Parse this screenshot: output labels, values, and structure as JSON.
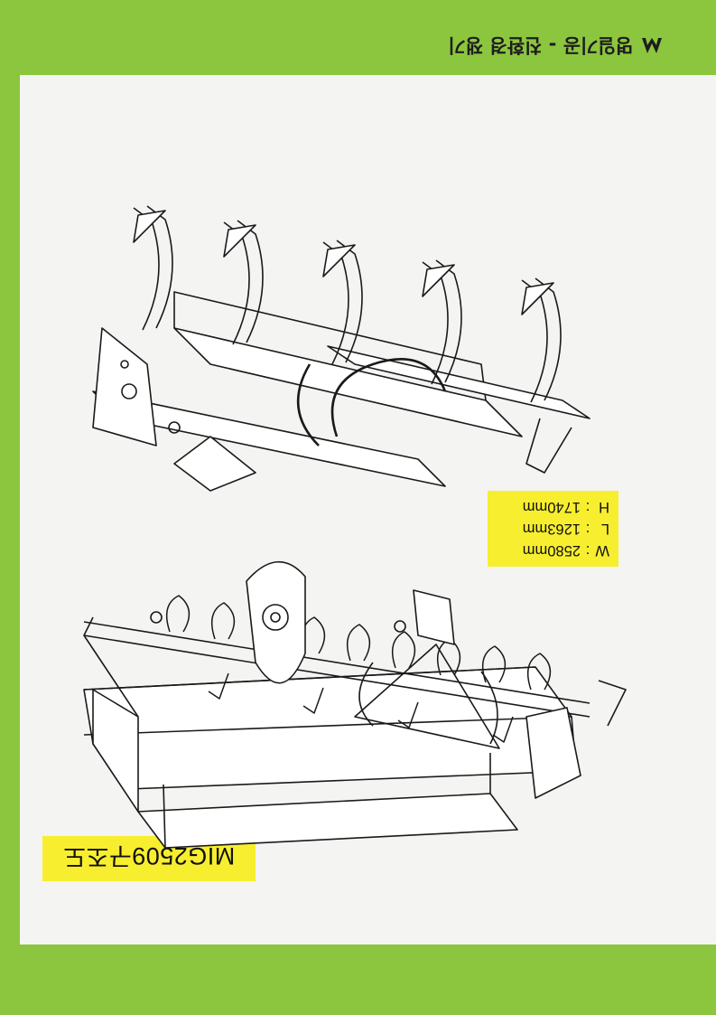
{
  "header": {
    "brand_logo": "leaf-logo-icon",
    "title": "명일기공 - 친환경 쟁기"
  },
  "model": {
    "name": "MIG2509구조도"
  },
  "dimensions": [
    {
      "key": "W",
      "value": "2580mm"
    },
    {
      "key": "L",
      "value": "1263mm"
    },
    {
      "key": "H",
      "value": "1740mm"
    }
  ],
  "colors": {
    "accent_green": "#8cc63f",
    "label_yellow": "#f7ee2f",
    "line": "#1a1a1a"
  }
}
